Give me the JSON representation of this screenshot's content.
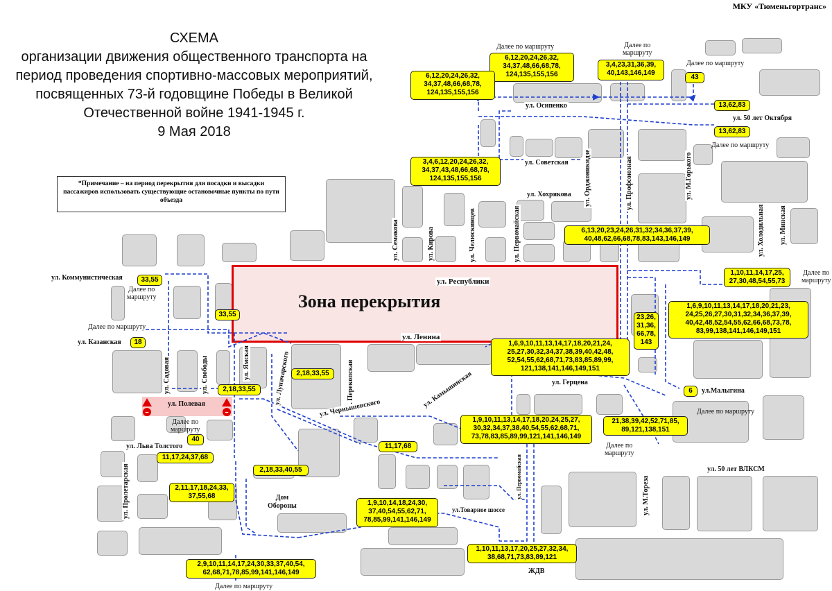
{
  "organization": "МКУ «Тюменьгортранс»",
  "title": {
    "lines": [
      "СХЕМА",
      "организации движения общественного транспорта на",
      "период проведения спортивно-массовых мероприятий,",
      "посвященных 73-й годовщине Победы в Великой",
      "Отечественной войне 1941-1945 г.",
      "9 Мая 2018"
    ]
  },
  "notice": "*Примечание – на период перекрытия для посадки и высадки пассажиров использовать существующие остановочные пункты по пути объезда",
  "closure_zone_label": "Зона перекрытия",
  "colors": {
    "route": "#1f3fcf",
    "closure": "#e00000",
    "badge": "#ffff00",
    "block": "#d9d9d9"
  },
  "streets": {
    "respubliki": "ул. Республики",
    "lenina": "ул. Ленина",
    "osipenko": "ул. Осипенко",
    "sovetskaya": "ул. Советская",
    "khokhryakova": "ул. Хохрякова",
    "oktyabrya50": "ул. 50 лет Октября",
    "kommunisticheskaya": "ул. Коммунистическая",
    "kazanskaya": "ул. Казанская",
    "polevaya": "ул. Полевая",
    "lva_tolstogo": "ул. Льва Толстого",
    "gertsena": "ул. Герцена",
    "malygina": "ул.Малыгина",
    "vlksm50": "ул. 50 лет ВЛКСМ",
    "tovarnoe": "ул.Товарное шоссе",
    "zhdv": "ЖДВ",
    "semakova": "ул. Семакова",
    "kirova": "ул. Кирова",
    "chelyuskintsev": "ул. Челюскинцев",
    "pervomayskaya": "ул. Первомайская",
    "pervomayskaya_small": "ул. Первомайская",
    "ordzhonikidze": "ул. Орджоникидзе",
    "profsoyuznaya": "ул. Профсоюзная",
    "m_gorkogo": "ул. М.Горького",
    "kholodilnaya": "ул. Холодильная",
    "minskaya": "ул. Минская",
    "sadovaya": "ул. Садовая",
    "svobody": "ул. Свободы",
    "yamskaya": "ул. Ямская",
    "lunacharskogo": "ул. Луначарского",
    "perekopskaya": "ул. Перекопская",
    "chernyshevskogo": "ул. Чернышевского",
    "kamyshinskaya": "ул. Камышинская",
    "proletarskaya": "ул. Пролетарская",
    "m_toreza": "ул. М.Тореза",
    "dom_oborony": "Дом\nОбороны"
  },
  "follow_notes": {
    "top_center": "Далее по маршруту",
    "top_right_a": "Далее по\nмаршруту",
    "top_right_b": "Далее по маршруту",
    "right_c": "Далее по маршруту",
    "right_d": "Далее по\nмаршруту",
    "left_kommun": "Далее по\nмаршруту",
    "left_mid": "Далее по маршруту",
    "polevaya_note": "Далее по\nмаршруту",
    "right_malygina": "Далее по маршруту",
    "right_bottom": "Далее по\nмаршруту",
    "bottom": "Далее по маршруту"
  },
  "route_badges": {
    "b_top_center": "6,12,20,24,26,32,\n34,37,48,66,68,78,\n124,135,155,156",
    "b_top_left": "6,12,20,24,26,32,\n34,37,48,66,68,78,\n124,135,155,156",
    "b_sovetskaya": "3,4,6,12,20,24,26,32,\n34,37,43,48,66,68,78,\n124,135,155,156",
    "b_top_right": "3,4,23,31,36,39,\n40,143,146,149",
    "b_43": "43",
    "b_13_62_83_a": "13,62,83",
    "b_13_62_83_b": "13,62,83",
    "b_profsoyuznaya": "6,13,20,23,24,26,31,32,34,36,37,39,\n40,48,62,66,68,78,83,143,146,149",
    "b_right_1": "1,10,11,14,17,25,\n27,30,48,54,55,73",
    "b_right_big": "1,6,9,10,11,13,14,17,18,20,21,23,\n24,25,26,27,30,31,32,34,36,37,39,\n40,42,48,52,54,55,62,66,68,73,78,\n83,99,138,141,146,149,151",
    "b_23_26": "23,26,\n31,36,\n66,78,\n143",
    "b_lenina_big": "1,6,9,10,11,13,14,17,18,20,21,24,\n25,27,30,32,34,37,38,39,40,42,48,\n52,54,55,62,68,71,73,83,85,89,99,\n121,138,141,146,149,151",
    "b_6": "6",
    "b_21_38": "21,38,39,42,52,71,85,\n89,121,138,151",
    "b_gertsena_south": "1,9,10,11,13,14,17,18,20,24,25,27,\n30,32,34,37,38,40,54,55,62,68,71,\n73,78,83,85,89,99,121,141,146,149",
    "b_33_55_a": "33,55",
    "b_33_55_b": "33,55",
    "b_18": "18",
    "b_2_18_33_55": "2,18,33,55",
    "b_2_18_33_55_b": "2,18,33,55",
    "b_40": "40",
    "b_11_17_24": "11,17,24,37,68",
    "b_11_17_68": "11,17,68",
    "b_2_18_33_40_55": "2,18,33,40,55",
    "b_2_11_17": "2,11,17,18,24,33,\n37,55,68",
    "b_dom_oborony": "1,9,10,14,18,24,30,\n37,40,54,55,62,71,\n78,85,99,141,146,149",
    "b_zhdv": "1,10,11,13,17,20,25,27,32,34,\n38,68,71,73,83,89,121",
    "b_bottom": "2,9,10,11,14,17,24,30,33,37,40,54,\n62,68,71,78,85,99,141,146,149"
  }
}
